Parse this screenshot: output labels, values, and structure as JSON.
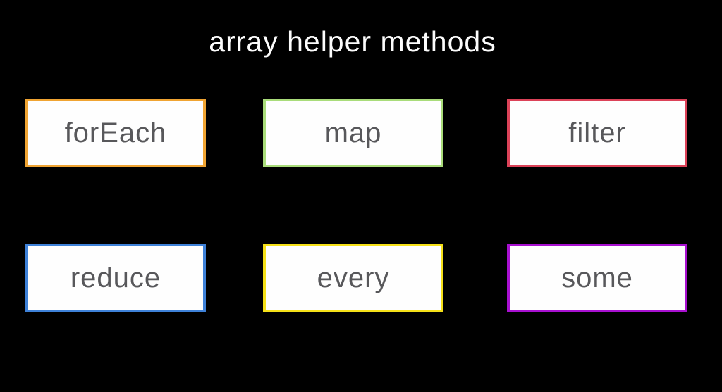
{
  "title": "array helper methods",
  "colors": {
    "background": "#000000",
    "box_background": "#fefefe",
    "box_text": "#58585b",
    "title_text": "#fcfcfc"
  },
  "boxes": [
    {
      "label": "forEach",
      "border_color": "#f0a432"
    },
    {
      "label": "map",
      "border_color": "#a9dc7a"
    },
    {
      "label": "filter",
      "border_color": "#dc4258"
    },
    {
      "label": "reduce",
      "border_color": "#3e81d8"
    },
    {
      "label": "every",
      "border_color": "#f5e018"
    },
    {
      "label": "some",
      "border_color": "#a810d0"
    }
  ]
}
